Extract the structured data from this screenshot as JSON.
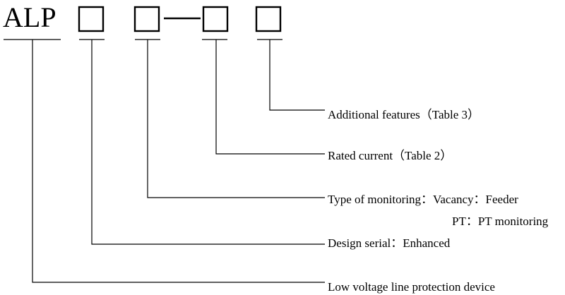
{
  "model_code": {
    "prefix": "ALP",
    "separator": "—"
  },
  "fields": [
    {
      "label": "Low voltage line protection device"
    },
    {
      "label": "Design serial：Enhanced"
    },
    {
      "label": "Type of monitoring：Vacancy：Feeder",
      "continuation": "PT：PT monitoring"
    },
    {
      "label": "Rated current（Table 2）"
    },
    {
      "label": "Additional features（Table 3）"
    }
  ]
}
